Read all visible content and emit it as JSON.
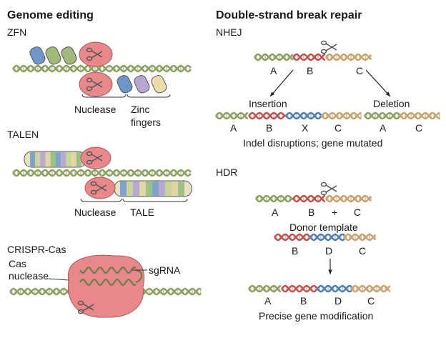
{
  "headings": {
    "left": "Genome editing",
    "right": "Double-strand break repair"
  },
  "zfn": {
    "title": "ZFN",
    "nuclease_label": "Nuclease",
    "zinc_label_line1": "Zinc",
    "zinc_label_line2": "fingers"
  },
  "talen": {
    "title": "TALEN",
    "nuclease_label": "Nuclease",
    "tale_label": "TALE"
  },
  "crispr": {
    "title": "CRISPR-Cas",
    "cas_line1": "Cas",
    "cas_line2": "nuclease",
    "sgrna_label": "sgRNA"
  },
  "nhej": {
    "title": "NHEJ",
    "top_labels": [
      "A",
      "B",
      "C"
    ],
    "insertion_label": "Insertion",
    "deletion_label": "Deletion",
    "insertion_labels": [
      "A",
      "B",
      "X",
      "C"
    ],
    "deletion_labels": [
      "A",
      "C"
    ],
    "caption": "Indel disruptions; gene mutated"
  },
  "hdr": {
    "title": "HDR",
    "top_labels": [
      "A",
      "B",
      "+",
      "C"
    ],
    "donor_label": "Donor template",
    "donor_labels": [
      "B",
      "D",
      "C"
    ],
    "result_labels": [
      "A",
      "B",
      "D",
      "C"
    ],
    "caption": "Precise gene modification"
  },
  "colors": {
    "dna_green": "#8aa05a",
    "dna_red": "#c0504d",
    "dna_tan": "#c9a36a",
    "dna_blue": "#4a7fb0",
    "nuclease": "#e8888a",
    "nuclease_light": "#f3b3b3",
    "zinc_blue": "#6f96c8",
    "zinc_green": "#9fba7a",
    "zinc_purple": "#b7a7d0",
    "zinc_cream": "#ecdcaa"
  }
}
